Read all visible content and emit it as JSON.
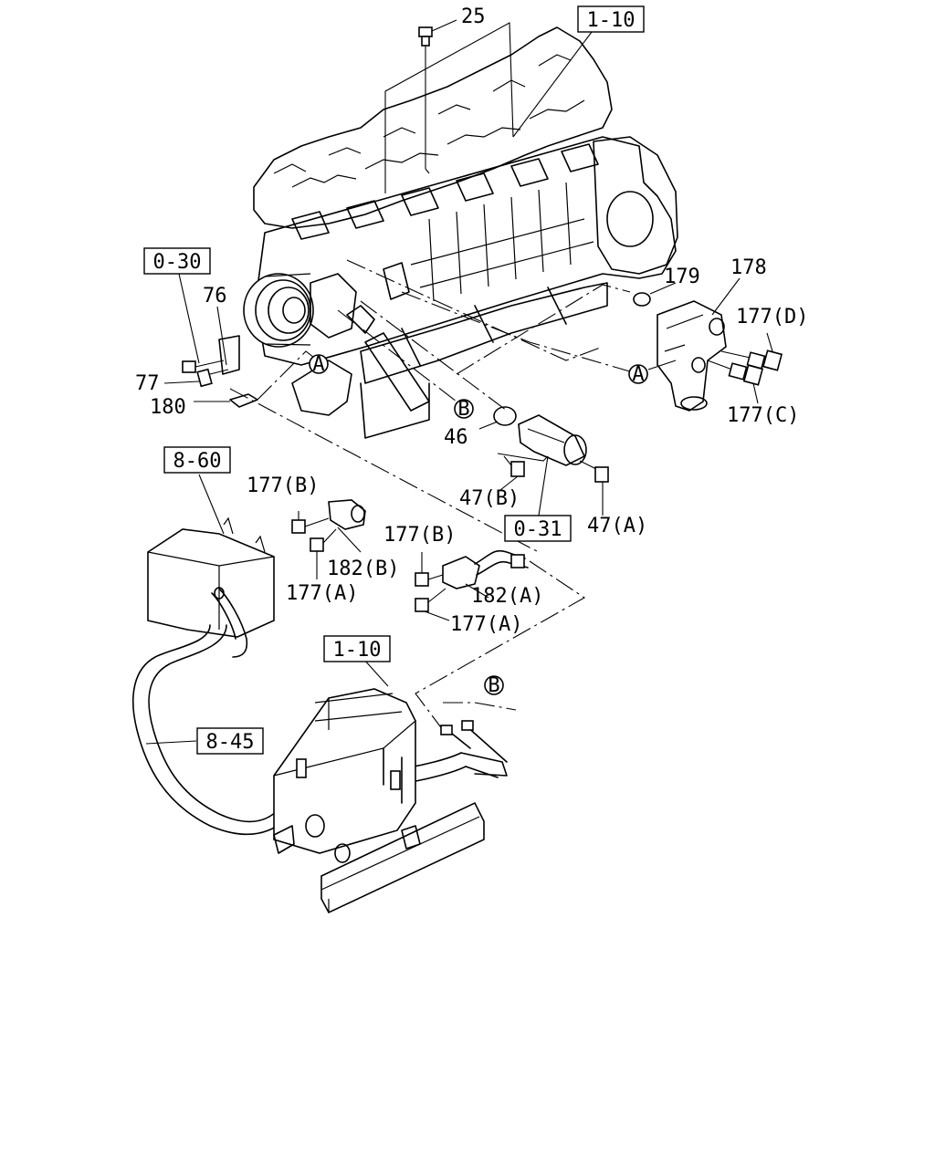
{
  "refs": {
    "r1_10_top": "1-10",
    "r0_30": "0-30",
    "r8_60": "8-60",
    "r0_31": "0-31",
    "r1_10_bottom": "1-10",
    "r8_45": "8-45"
  },
  "labels": {
    "p25": "25",
    "p76": "76",
    "p77": "77",
    "p180": "180",
    "p179": "179",
    "p178": "178",
    "p177d": "177(D)",
    "p177c": "177(C)",
    "p46": "46",
    "p47b": "47(B)",
    "p47a": "47(A)",
    "p177b_left": "177(B)",
    "p182b": "182(B)",
    "p177a_left": "177(A)",
    "p177b_mid": "177(B)",
    "p182a": "182(A)",
    "p177a_mid": "177(A)"
  },
  "markers": {
    "a_left": "A",
    "a_right": "A",
    "b_upper": "B",
    "b_lower": "B"
  }
}
